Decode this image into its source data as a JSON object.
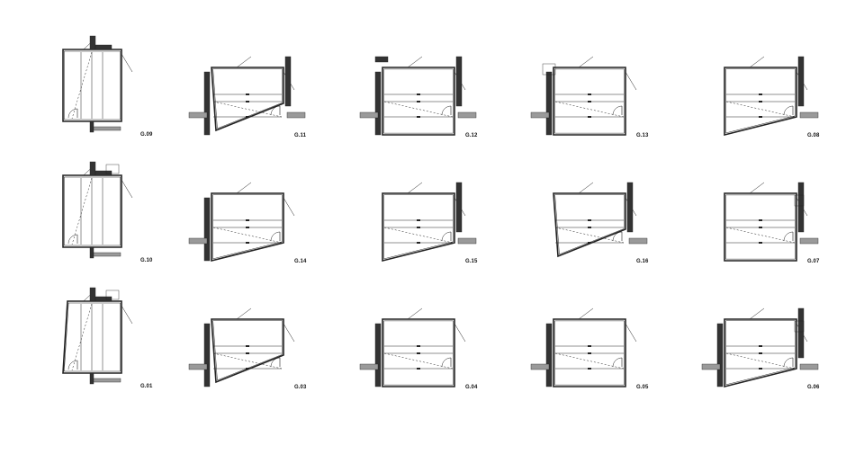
{
  "sheet": {
    "rows": [
      [
        {
          "label": "G.09",
          "variant": "tall",
          "wall": "top-left",
          "shape": "rect"
        },
        {
          "label": "G.11",
          "variant": "wide",
          "wall": "left-dark-right-wall",
          "shape": "trap-right"
        },
        {
          "label": "G.12",
          "variant": "wide",
          "wall": "both-top",
          "shape": "rect"
        },
        {
          "label": "G.13",
          "variant": "wide",
          "wall": "left-box",
          "shape": "rect"
        },
        {
          "label": "G.08",
          "variant": "wide",
          "wall": "right-dark",
          "shape": "trap-left"
        }
      ],
      [
        {
          "label": "G.10",
          "variant": "tall",
          "wall": "top-box",
          "shape": "rect"
        },
        {
          "label": "G.14",
          "variant": "wide",
          "wall": "left-dark",
          "shape": "trap-left"
        },
        {
          "label": "G.15",
          "variant": "wide",
          "wall": "right-dark",
          "shape": "trap-left"
        },
        {
          "label": "G.16",
          "variant": "wide",
          "wall": "right-angled",
          "shape": "trap-right"
        },
        {
          "label": "G.07",
          "variant": "wide",
          "wall": "right-box",
          "shape": "rect"
        }
      ],
      [
        {
          "label": "G.01",
          "variant": "tall",
          "wall": "top-box",
          "shape": "trap-tall"
        },
        {
          "label": "G.03",
          "variant": "wide",
          "wall": "left-dark",
          "shape": "trap-right"
        },
        {
          "label": "G.04",
          "variant": "wide",
          "wall": "left-dark",
          "shape": "rect"
        },
        {
          "label": "G.05",
          "variant": "wide",
          "wall": "left-dark",
          "shape": "rect"
        },
        {
          "label": "G.06",
          "variant": "wide",
          "wall": "left-dark-right-box",
          "shape": "trap-left"
        }
      ]
    ]
  },
  "style": {
    "ink": "#222222",
    "wall_fill": "#333333",
    "hatch_fill": "#9a9a9a",
    "paper": "#ffffff"
  }
}
